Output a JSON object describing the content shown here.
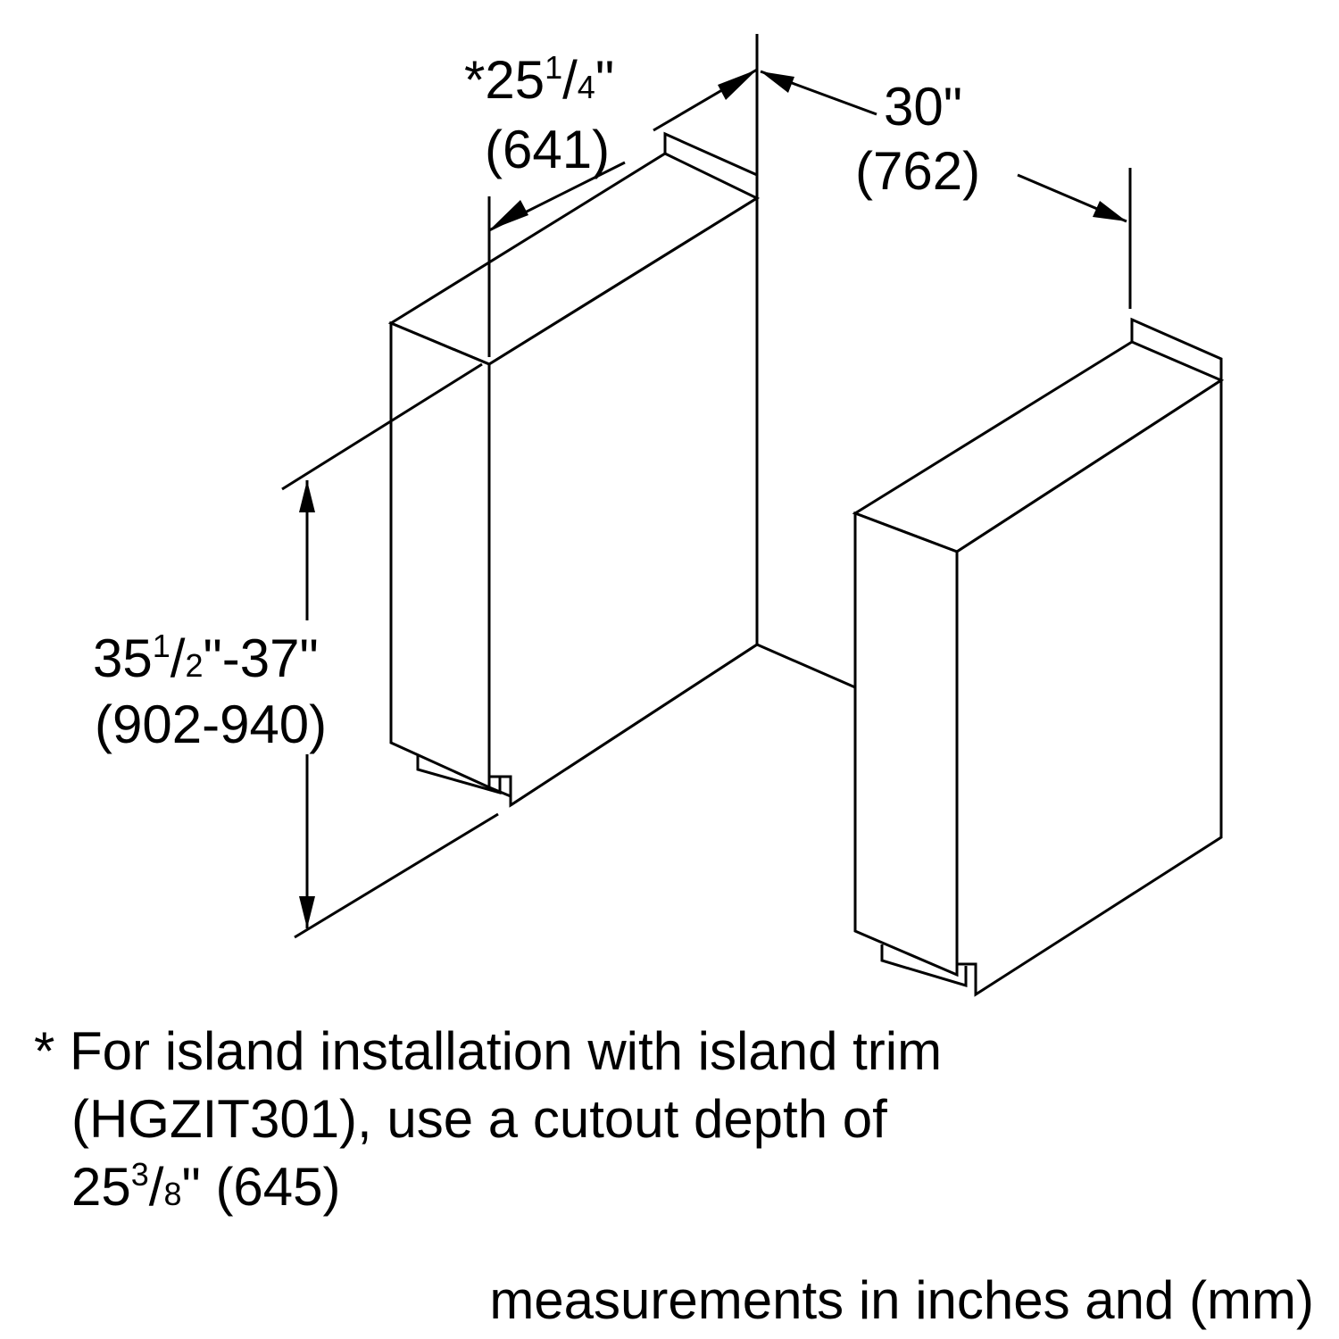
{
  "dimensions": {
    "depth": {
      "prefix": "*25",
      "fraction_num": "1",
      "fraction_den": "4",
      "suffix": "\"",
      "metric": "(641)"
    },
    "width": {
      "imperial": "30\"",
      "metric": "(762)"
    },
    "height": {
      "prefix": "35",
      "fraction_num": "1",
      "fraction_den": "2",
      "suffix": "\"-37\"",
      "metric": "(902-940)"
    }
  },
  "footnote": {
    "asterisk": "*",
    "line1": "For island installation with island trim",
    "line2": "(HGZIT301), use a cutout depth of",
    "line3_prefix": "25",
    "line3_fraction_num": "3",
    "line3_fraction_den": "8",
    "line3_suffix": "\" (645)"
  },
  "units_note": "measurements in inches and (mm)"
}
